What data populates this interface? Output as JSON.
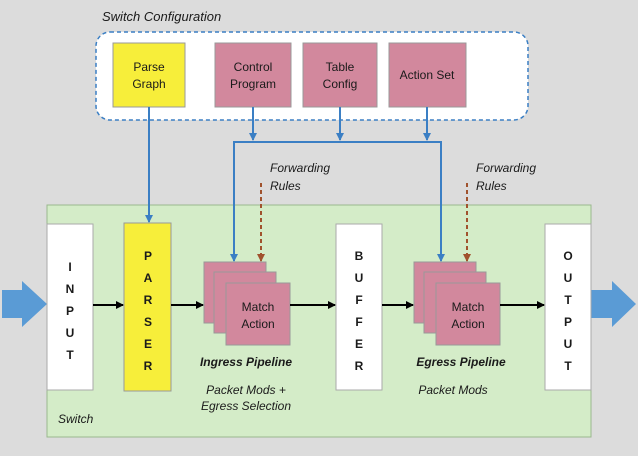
{
  "switch_config_label": "Switch Configuration",
  "config_boxes": {
    "parse_graph": [
      "Parse",
      "Graph"
    ],
    "control_program": [
      "Control",
      "Program"
    ],
    "table_config": [
      "Table",
      "Config"
    ],
    "action_set": [
      "Action Set"
    ]
  },
  "forwarding_rules_left": [
    "Forwarding",
    "Rules"
  ],
  "forwarding_rules_right": [
    "Forwarding",
    "Rules"
  ],
  "input_letters": [
    "I",
    "N",
    "P",
    "U",
    "T"
  ],
  "parser_letters": [
    "P",
    "A",
    "R",
    "S",
    "E",
    "R"
  ],
  "buffer_letters": [
    "B",
    "U",
    "F",
    "F",
    "E",
    "R"
  ],
  "output_letters": [
    "O",
    "U",
    "T",
    "P",
    "U",
    "T"
  ],
  "match_action": [
    "Match",
    "Action"
  ],
  "ingress_pipeline_label": "Ingress Pipeline",
  "egress_pipeline_label": "Egress Pipeline",
  "ingress_desc": [
    "Packet Mods +",
    "Egress Selection"
  ],
  "egress_desc": [
    "Packet Mods"
  ],
  "switch_label": "Switch",
  "colors": {
    "background": "#dcdcdc",
    "switch_area": "#d4ecc8",
    "yellow": "#f7ee3a",
    "pink": "#d2889d",
    "blue_line": "#3b7fc4",
    "brown_dashed": "#a0522d",
    "big_arrow": "#5a9bd5"
  }
}
